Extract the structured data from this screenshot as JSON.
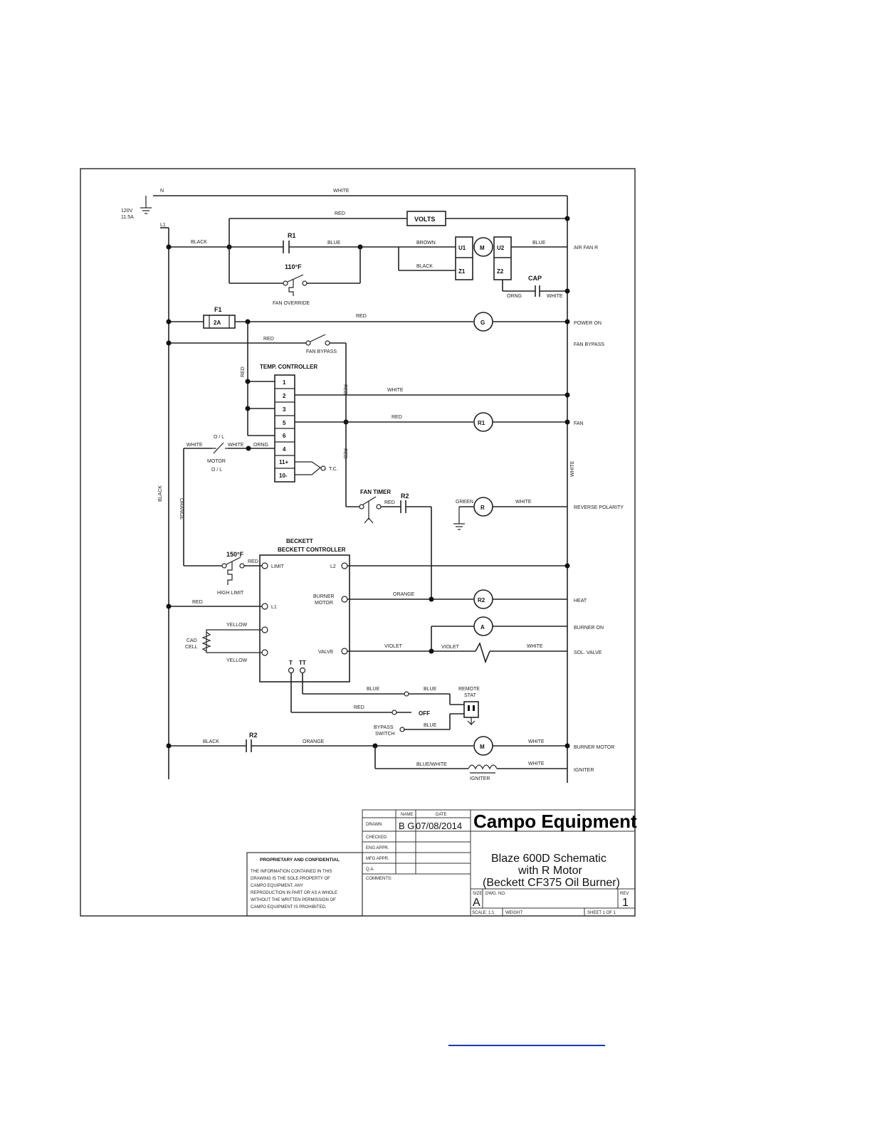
{
  "supply": {
    "neutral": "N",
    "line": "L1",
    "voltage": "120V",
    "current": "11.5A"
  },
  "wires": {
    "white": "WHITE",
    "red": "RED",
    "black": "BLACK",
    "blue": "BLUE",
    "brown": "BROWN",
    "orange": "ORANGE",
    "orng": "ORNG",
    "green": "GREEN",
    "yellow": "YELLOW",
    "violet": "VIOLET",
    "blue_white": "BLUE/WHITE"
  },
  "components": {
    "volts": "VOLTS",
    "r1": "R1",
    "r2": "R2",
    "motor": "M",
    "u1": "U1",
    "u2": "U2",
    "z1": "Z1",
    "z2": "Z2",
    "cap": "CAP",
    "fan_override_temp": "110°F",
    "fan_override": "FAN OVERRIDE",
    "fuse": "F1",
    "fuse_rating": "2A",
    "lamp_g": "G",
    "lamp_r": "R",
    "lamp_a": "A",
    "fan_bypass": "FAN BYPASS",
    "temp_controller": "TEMP. CONTROLLER",
    "terminals": [
      "1",
      "2",
      "3",
      "5",
      "6",
      "4",
      "11+",
      "10-"
    ],
    "tc": "T.C.",
    "ol": "O / L",
    "motor_ol_1": "MOTOR",
    "motor_ol_2": "O / L",
    "fan_timer": "FAN TIMER",
    "beckett_controller": "BECKETT CONTROLLER",
    "limit": "LIMIT",
    "l1": "L1",
    "l2": "L2",
    "burner_motor": "BURNER MOTOR",
    "valve": "VALVE",
    "high_limit_temp": "150°F",
    "high_limit": "HIGH LIMIT",
    "cad_cell": "CAD CELL",
    "t": "T",
    "tt": "TT",
    "remote_stat": "REMOTE STAT",
    "off": "OFF",
    "bypass_switch": "BYPASS SWITCH",
    "igniter": "IGNITER"
  },
  "outputs": [
    "AIR FAN R",
    "POWER ON",
    "FAN BYPASS",
    "FAN",
    "REVERSE POLARITY",
    "HEAT",
    "BURNER ON",
    "SOL. VALVE",
    "BURNER MOTOR",
    "IGNITER"
  ],
  "title_block": {
    "company": "Campo Equipment",
    "title_lines": [
      "Blaze 600D Schematic",
      "with R Motor",
      "(Beckett CF375 Oil Burner)"
    ],
    "col_name": "NAME",
    "col_date": "DATE",
    "rows": [
      "DRAWN",
      "CHECKED",
      "ENG APPR.",
      "MFG APPR.",
      "Q.A.",
      "COMMENTS:"
    ],
    "drawn_name": "B G",
    "drawn_date": "07/08/2014",
    "size_label": "SIZE",
    "size": "A",
    "dwg_no_label": "DWG. NO.",
    "rev_label": "REV",
    "rev": "1",
    "scale": "SCALE: 1:1",
    "weight": "WEIGHT:",
    "sheet": "SHEET 1 OF 1"
  },
  "proprietary": {
    "heading": "PROPRIETARY AND CONFIDENTIAL",
    "lines": [
      "THE INFORMATION CONTAINED IN THIS",
      "DRAWING IS THE SOLE PROPERTY OF",
      "CAMPO EQUIPMENT.  ANY",
      "REPRODUCTION IN PART OR AS A WHOLE",
      "WITHOUT THE WRITTEN PERMISSION OF",
      "CAMPO EQUIPMENT IS PROHIBITED."
    ]
  }
}
